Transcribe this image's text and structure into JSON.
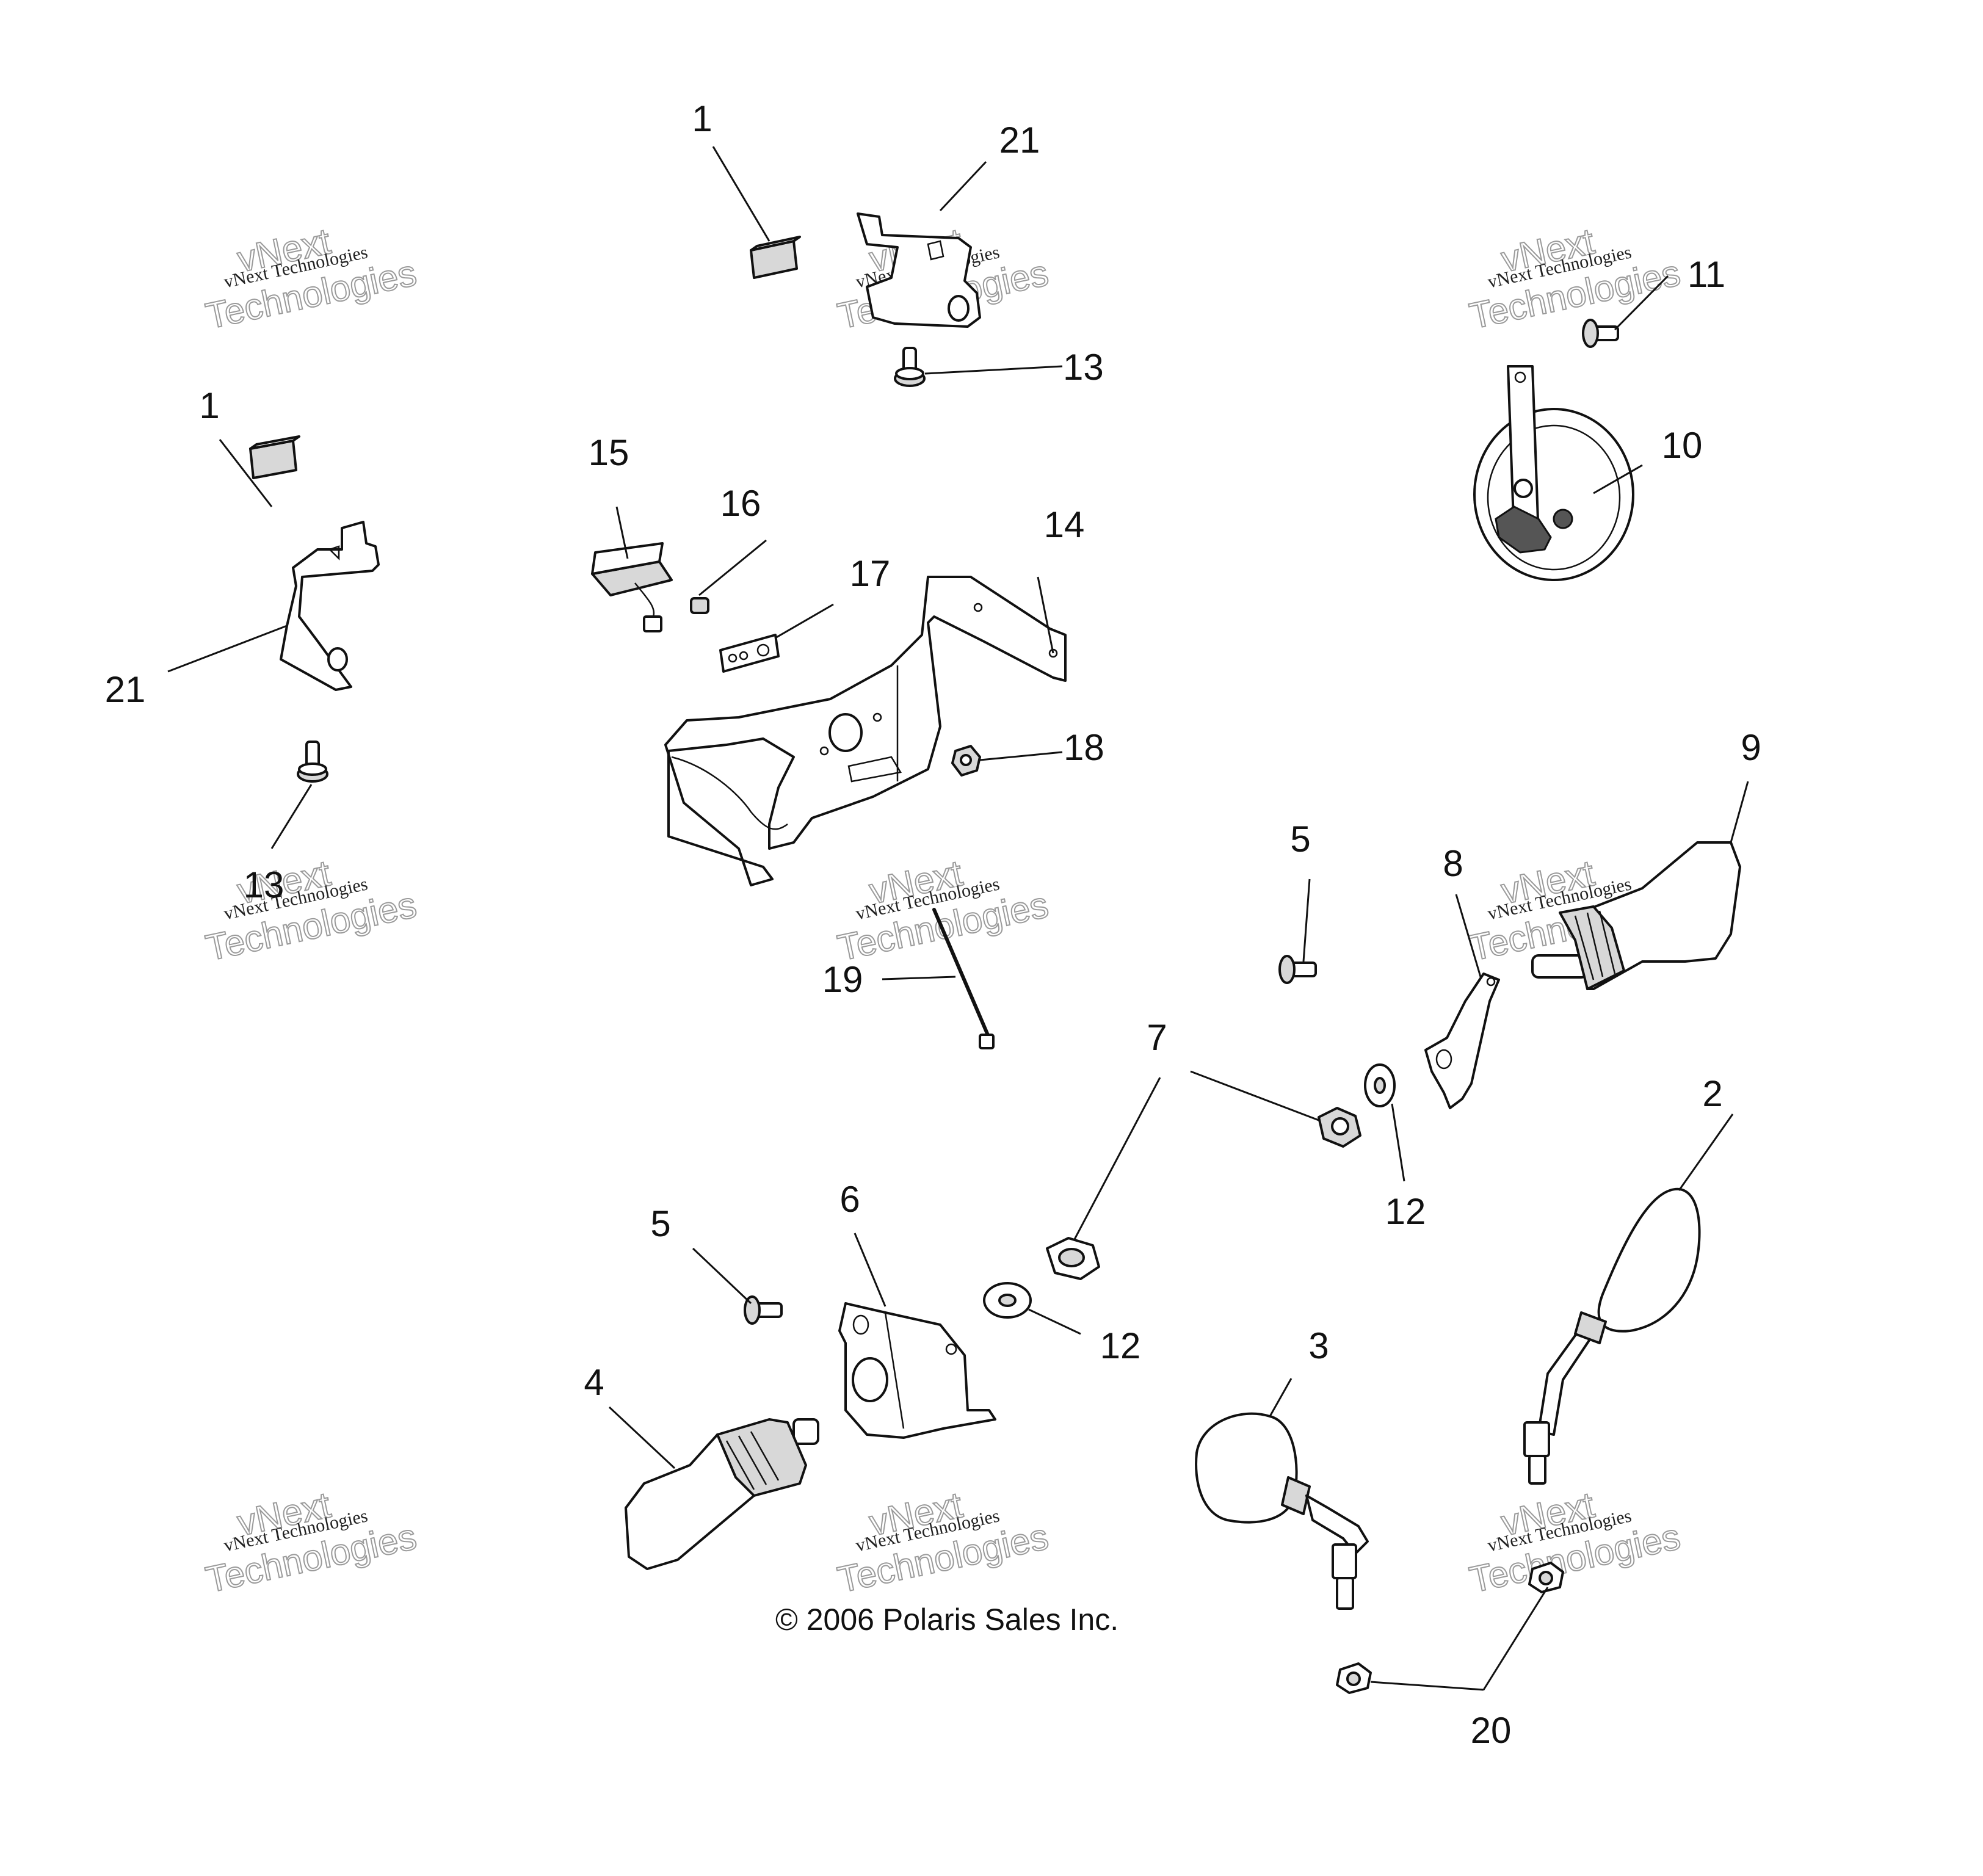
{
  "diagram": {
    "copyright": "© 2006 Polaris Sales Inc.",
    "watermark": {
      "line1": "vNext Technologies",
      "line2": "vNext",
      "line3": "Technologies"
    },
    "callouts": {
      "c1a": "1",
      "c1b": "1",
      "c2": "2",
      "c3": "3",
      "c4": "4",
      "c5a": "5",
      "c5b": "5",
      "c6": "6",
      "c7": "7",
      "c8": "8",
      "c9": "9",
      "c10": "10",
      "c11": "11",
      "c12a": "12",
      "c12b": "12",
      "c13a": "13",
      "c13b": "13",
      "c14": "14",
      "c15": "15",
      "c16": "16",
      "c17": "17",
      "c18": "18",
      "c19": "19",
      "c20": "20",
      "c21a": "21",
      "c21b": "21"
    }
  }
}
